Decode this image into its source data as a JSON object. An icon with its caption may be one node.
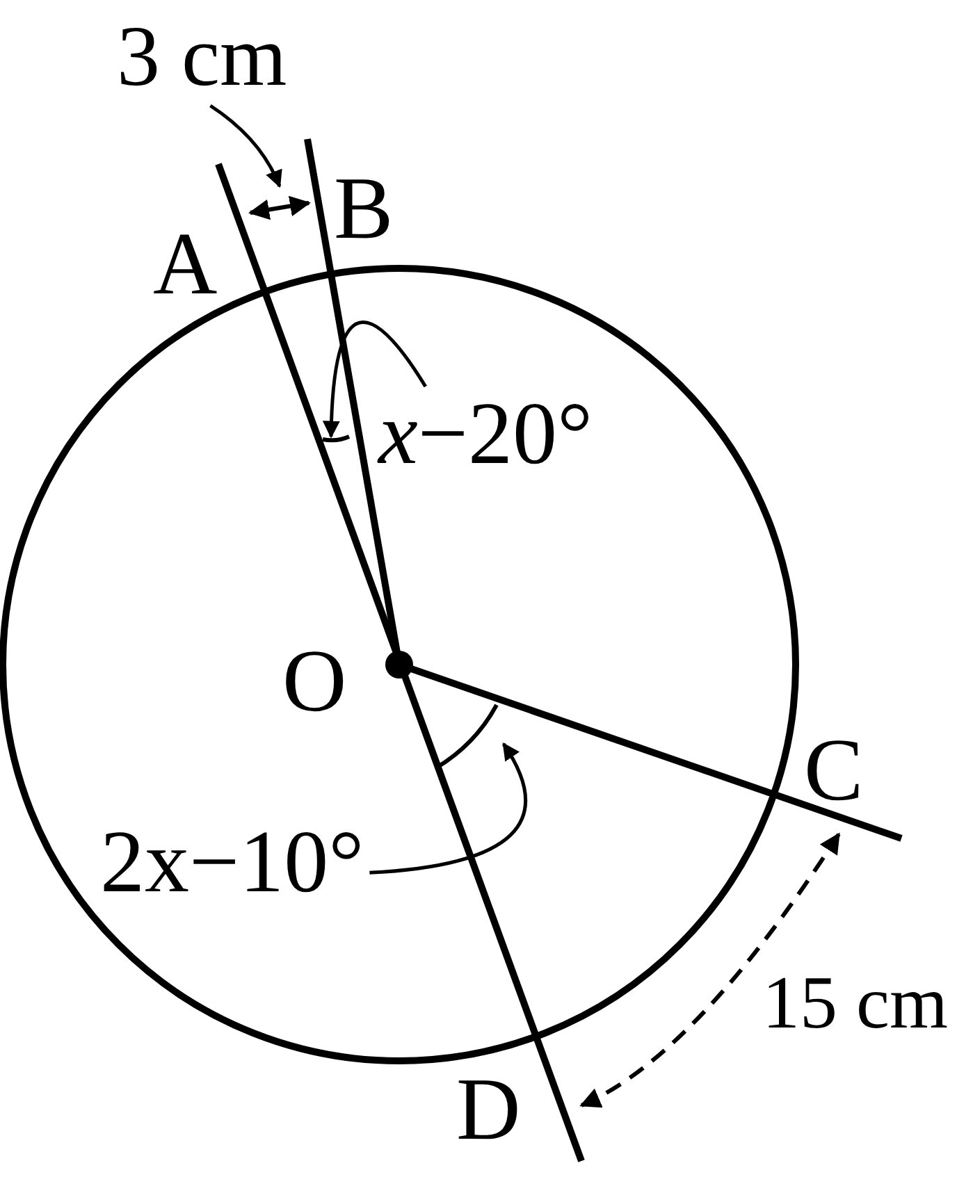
{
  "diagram": {
    "nodes": [
      {
        "text": [
          "3 cm"
        ]
      },
      {
        "text": [
          "*x*−20°"
        ]
      },
      {
        "text": [
          "2x−10°"
        ]
      }
    ],
    "edges": [
      {
        "from": 0,
        "to": null,
        "arrow": "to"
      },
      {
        "from": 1,
        "to": null,
        "arrow": "to"
      },
      {
        "from": 2,
        "to": null,
        "arrow": "to"
      }
    ],
    "labels": [
      "A",
      "B",
      "O",
      "C",
      "D",
      "15 cm"
    ]
  }
}
